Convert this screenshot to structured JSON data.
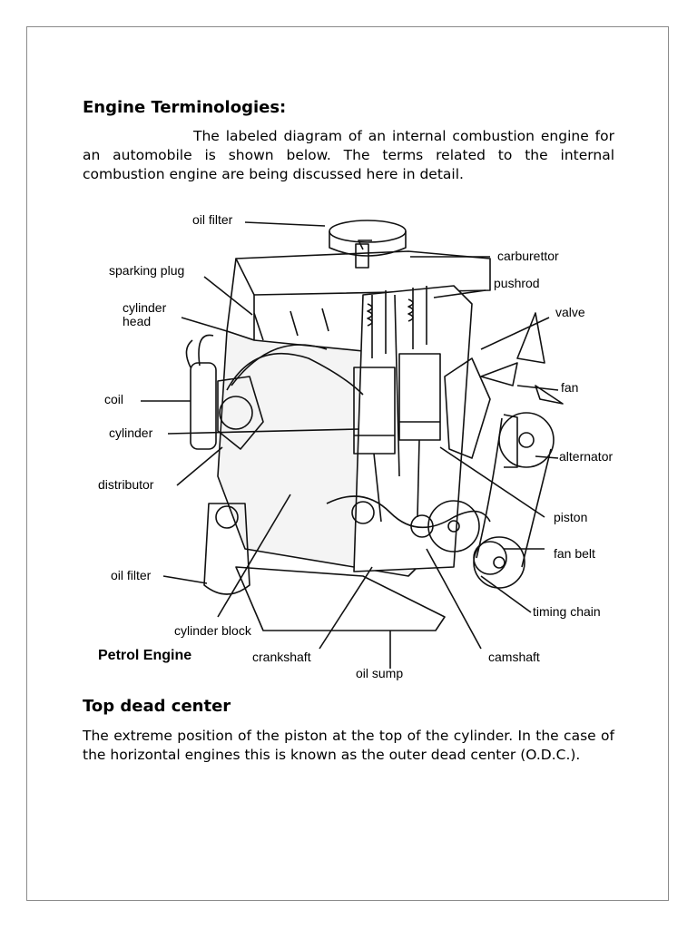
{
  "document": {
    "heading1": "Engine Terminologies:",
    "para1": "The labeled diagram of an internal combustion engine for an automobile is shown below. The terms related to the internal combustion engine are being discussed here in detail.",
    "heading2": "Top dead center",
    "para2": "The extreme position of the piston at the top of the cylinder. In the case of the horizontal engines this is known as the outer dead center (O.D.C.)."
  },
  "figure": {
    "caption": "Petrol Engine",
    "labels": {
      "oil_filter_top": "oil filter",
      "carburettor": "carburettor",
      "sparking_plug": "sparking plug",
      "pushrod": "pushrod",
      "cylinder_head": "cylinder head",
      "valve": "valve",
      "fan": "fan",
      "coil": "coil",
      "cylinder": "cylinder",
      "alternator": "alternator",
      "distributor": "distributor",
      "piston": "piston",
      "fan_belt": "fan belt",
      "oil_filter_bottom": "oil filter",
      "timing_chain": "timing chain",
      "cylinder_block": "cylinder block",
      "crankshaft": "crankshaft",
      "camshaft": "camshaft",
      "oil_sump": "oil sump"
    }
  }
}
